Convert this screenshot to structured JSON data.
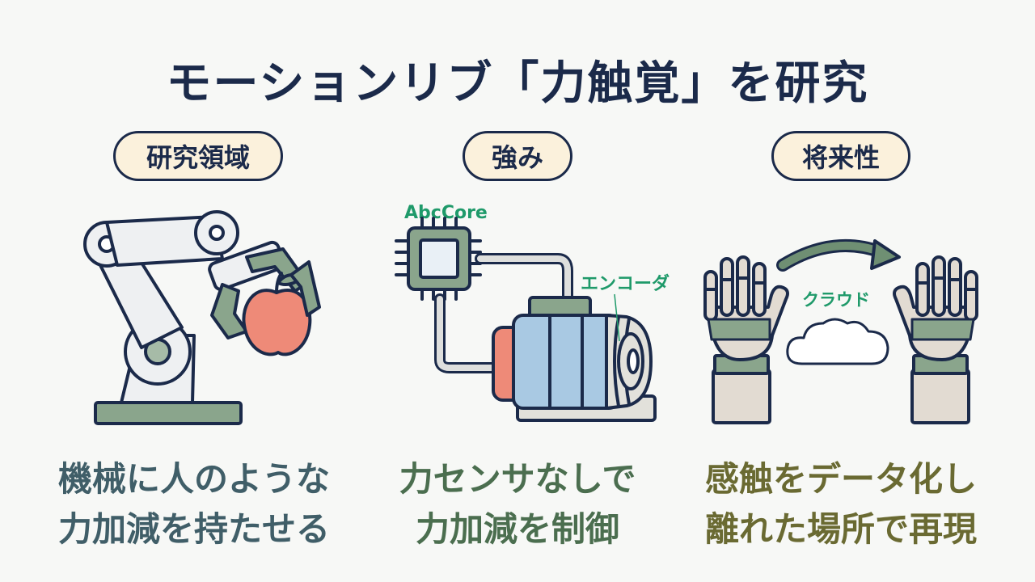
{
  "title": "モーションリブ「力触覚」を研究",
  "columns": [
    {
      "heading": "研究領域",
      "caption_lines": [
        "機械に人のような",
        "力加減を持たせる"
      ]
    },
    {
      "heading": "強み",
      "chip_label": "AbcCore",
      "encoder_label": "エンコーダ",
      "caption_lines": [
        "力センサなしで",
        "力加減を制御"
      ]
    },
    {
      "heading": "将来性",
      "cloud_label": "クラウド",
      "caption_lines": [
        "感触をデータ化し",
        "離れた場所で再現"
      ]
    }
  ],
  "colors": {
    "navy": "#1b2a4a",
    "pill_fill": "#fbf1dc",
    "green": "#8aa58c",
    "teal_text": "#405e68",
    "green_text": "#4b6e4f",
    "olive_text": "#6a6a32",
    "apple": "#ee8a78",
    "label_green": "#1f9a6a"
  },
  "icons": [
    "robot-arm-icon",
    "apple-icon",
    "chip-icon",
    "motor-icon",
    "robot-hand-icon",
    "cloud-icon",
    "arrow-icon"
  ]
}
